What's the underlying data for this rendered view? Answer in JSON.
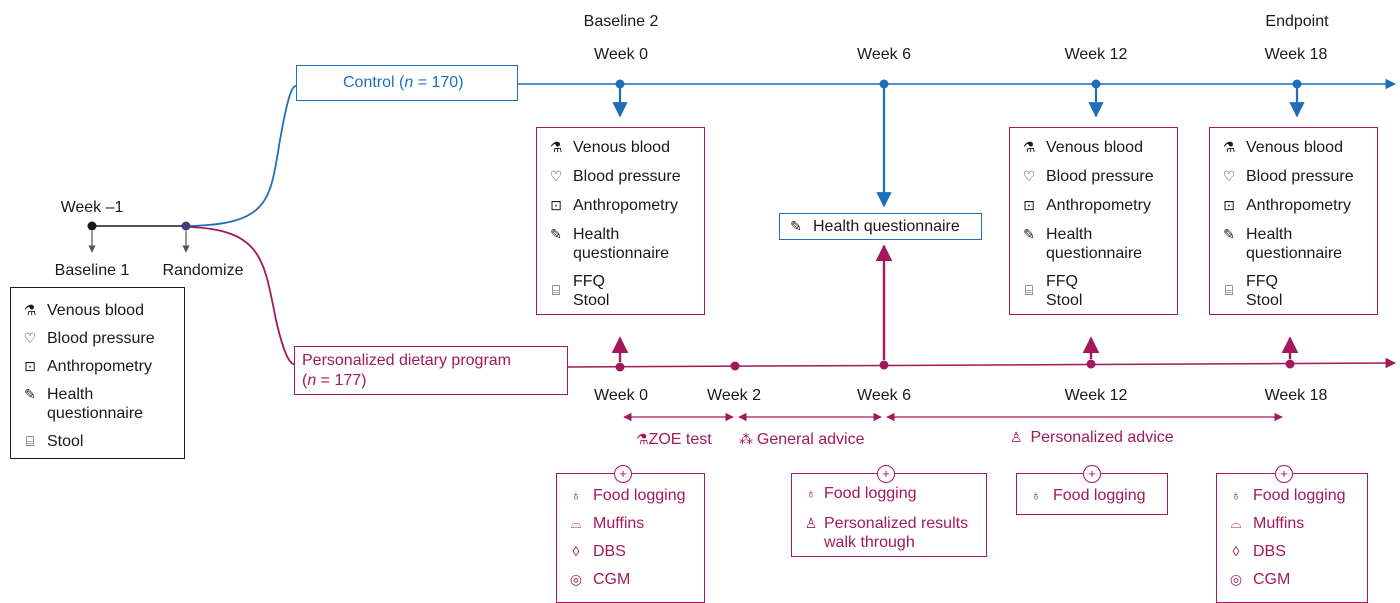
{
  "colors": {
    "control": "#1f6fb8",
    "program": "#a3195b",
    "neutral": "#1a1a1a"
  },
  "top_labels": {
    "baseline2": "Baseline 2",
    "endpoint": "Endpoint"
  },
  "control": {
    "label_prefix": "Control (",
    "label_n": "n",
    "label_suffix": " = 170)",
    "weeks": [
      "Week 0",
      "Week 6",
      "Week 12",
      "Week 18"
    ]
  },
  "start": {
    "week": "Week –1",
    "baseline1": "Baseline 1",
    "randomize": "Randomize"
  },
  "program": {
    "label_line1": "Personalized dietary program",
    "label_open": "(",
    "label_n": "n",
    "label_suffix": " = 177)",
    "weeks": [
      "Week 0",
      "Week 2",
      "Week 6",
      "Week 12",
      "Week 18"
    ],
    "phases": {
      "zoe": "ZOE test",
      "general": "General advice",
      "personalized": "Personalized advice"
    }
  },
  "assessments": {
    "venous": "Venous blood",
    "bp": "Blood pressure",
    "anthro": "Anthropometry",
    "health_q1": "Health",
    "health_q2": "questionnaire",
    "ffq": "FFQ",
    "stool": "Stool",
    "health_questionnaire": "Health questionnaire"
  },
  "activities": {
    "food_logging": "Food logging",
    "muffins": "Muffins",
    "dbs": "DBS",
    "cgm": "CGM",
    "results_1": "Personalized results",
    "results_2": "walk through"
  },
  "icons": {
    "venous": "blood-tube-icon",
    "bp": "heart-pulse-icon",
    "anthro": "scale-icon",
    "health": "questionnaire-icon",
    "stool": "stool-sample-icon",
    "food": "apple-icon",
    "muffins": "muffin-icon",
    "dbs": "drop-icon",
    "cgm": "glucose-monitor-icon",
    "plus": "plus-circle-icon",
    "person": "person-icon",
    "group": "group-icon"
  }
}
